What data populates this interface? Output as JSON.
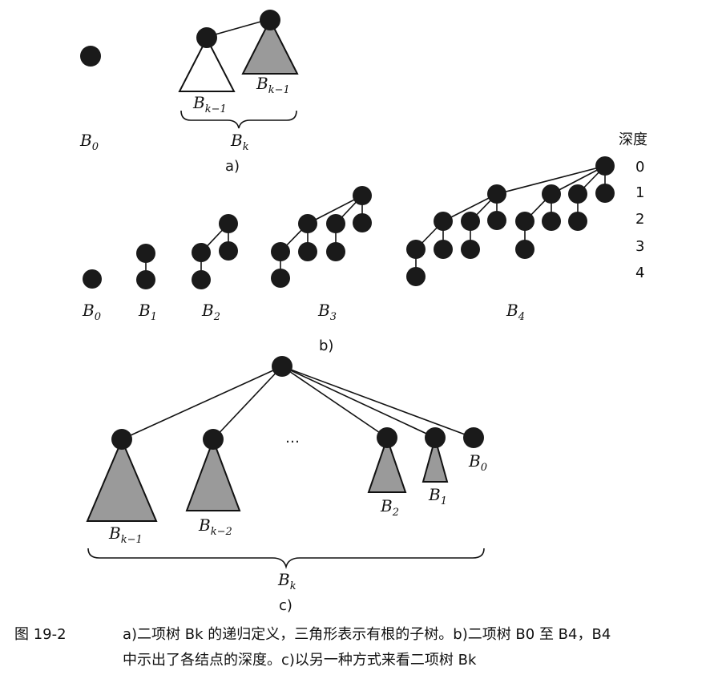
{
  "part_a": {
    "b0_label": "B",
    "b0_sub": "0",
    "left_subtree_label": "B",
    "left_subtree_sub": "k−1",
    "right_subtree_label": "B",
    "right_subtree_sub": "k−1",
    "brace_label": "B",
    "brace_sub": "k",
    "caption": "a)"
  },
  "part_b": {
    "depth_title": "深度",
    "depth_values": [
      "0",
      "1",
      "2",
      "3",
      "4"
    ],
    "tree_labels": [
      {
        "label": "B",
        "sub": "0"
      },
      {
        "label": "B",
        "sub": "1"
      },
      {
        "label": "B",
        "sub": "2"
      },
      {
        "label": "B",
        "sub": "3"
      },
      {
        "label": "B",
        "sub": "4"
      }
    ],
    "caption": "b)"
  },
  "part_c": {
    "subtree_labels": [
      {
        "label": "B",
        "sub": "k−1"
      },
      {
        "label": "B",
        "sub": "k−2"
      },
      {
        "label": "B",
        "sub": "2"
      },
      {
        "label": "B",
        "sub": "1"
      },
      {
        "label": "B",
        "sub": "0"
      }
    ],
    "ellipsis": "…",
    "brace_label": "B",
    "brace_sub": "k",
    "caption": "c)"
  },
  "figure_caption": {
    "number": "图 19-2",
    "line1": "a)二项树 Bk 的递归定义，三角形表示有根的子树。b)二项树 B0 至 B4，B4",
    "line2": "中示出了各结点的深度。c)以另一种方式来看二项树 Bk"
  }
}
